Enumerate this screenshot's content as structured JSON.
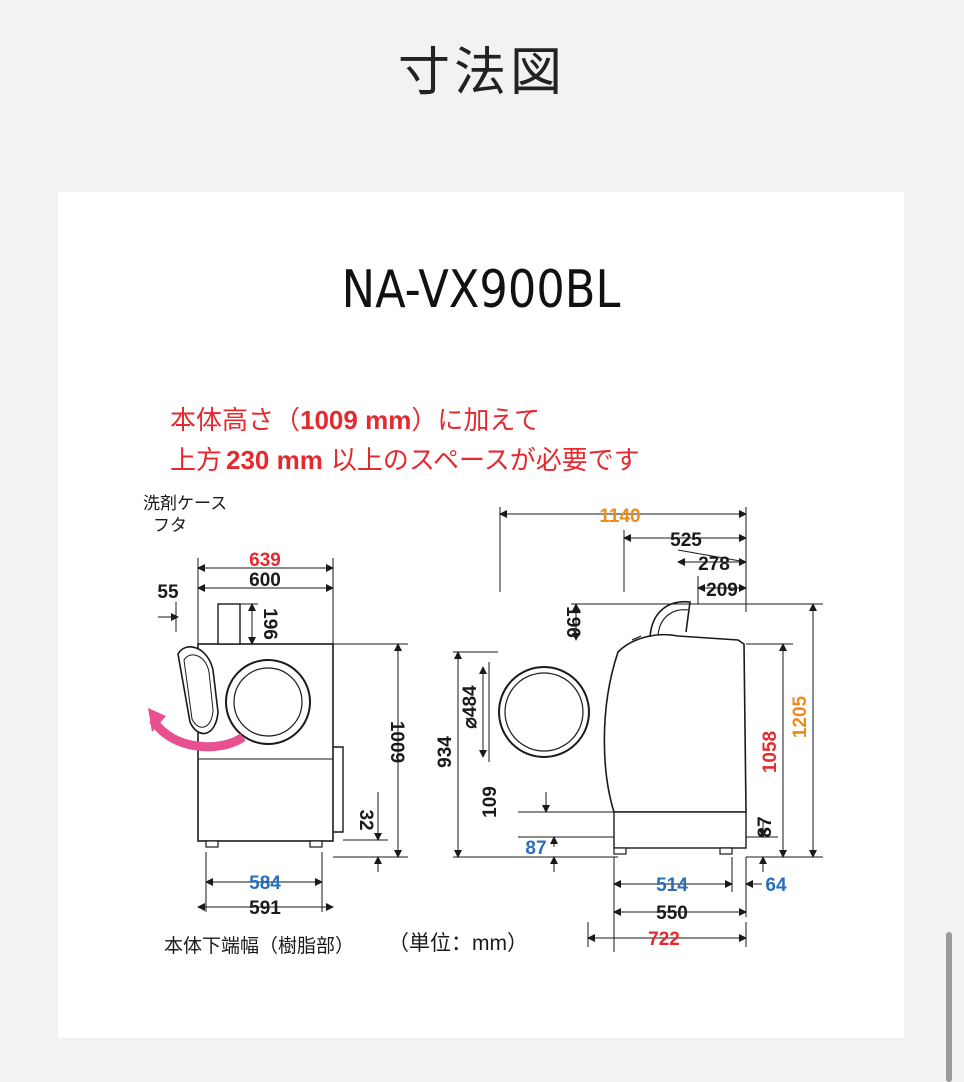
{
  "page_title": "寸法図",
  "model": "NA-VX900BL",
  "notice": {
    "line1_a": "本体高さ（",
    "line1_b": "1009 mm",
    "line1_c": "）に加えて",
    "line2_a": "上方",
    "line2_b": "230 mm",
    "line2_c": "以上のスペースが必要です"
  },
  "front": {
    "label1": "洗剤ケース",
    "label2": "フタ",
    "w639": "639",
    "w600": "600",
    "w55": "55",
    "h196": "196",
    "h1009": "1009",
    "h32": "32",
    "b584": "584",
    "b591": "591"
  },
  "side": {
    "d1140": "1140",
    "d525": "525",
    "d278": "278",
    "d209": "209",
    "h196": "196",
    "dia484": "⌀484",
    "h934": "934",
    "h109": "109",
    "h87l": "87",
    "h1058": "1058",
    "h1205": "1205",
    "h87r": "87",
    "w514": "514",
    "w64": "64",
    "w550": "550",
    "w722": "722"
  },
  "footnote_left": "本体下端幅（樹脂部）",
  "footnote_right": "（単位：mm）",
  "colors": {
    "red": "#e52a2f",
    "orange": "#ee8a1a",
    "blue": "#2a6fb7",
    "pink": "#e8508f",
    "dark": "#1a1a1a"
  }
}
